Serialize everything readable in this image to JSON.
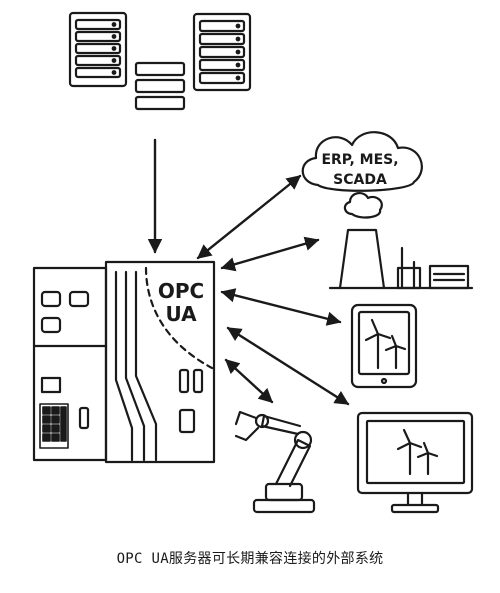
{
  "diagram": {
    "cloud_label_line1": "ERP, MES,",
    "cloud_label_line2": "SCADA",
    "controller_label_line1": "OPC",
    "controller_label_line2": "UA",
    "caption": "OPC UA服务器可长期兼容连接的外部系统"
  },
  "colors": {
    "ink": "#1a1a1a",
    "paper": "#ffffff"
  },
  "icons": [
    "server-rack-icon",
    "cloud-icon",
    "factory-icon",
    "tablet-icon",
    "wind-turbine-icon",
    "monitor-icon",
    "robot-arm-icon"
  ]
}
